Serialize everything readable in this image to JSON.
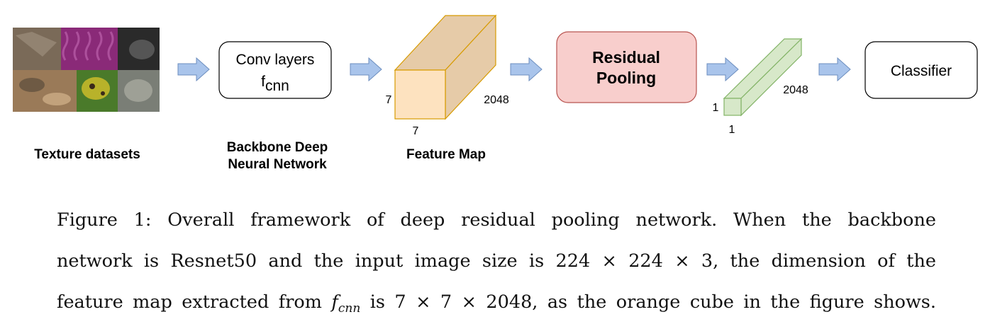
{
  "labels": {
    "texture_datasets": "Texture datasets",
    "conv_layers": "Conv layers",
    "f_main": "f",
    "f_sub": "cnn",
    "backbone_line1": "Backbone Deep",
    "backbone_line2": "Neural Network",
    "feature_map": "Feature Map",
    "residual_line1": "Residual",
    "residual_line2": "Pooling",
    "classifier": "Classifier"
  },
  "cube_orange": {
    "dim_height": "7",
    "dim_width": "7",
    "dim_depth": "2048"
  },
  "cube_green": {
    "dim_height": "1",
    "dim_width": "1",
    "dim_depth": "2048"
  },
  "colors": {
    "orange_front": "#fde2bf",
    "orange_top": "#e6cba8",
    "orange_side": "#e6cba8",
    "orange_stroke": "#d79b00",
    "green_face": "#d7e8c9",
    "green_stroke": "#82b366",
    "residual_fill": "#f8cecc",
    "residual_stroke": "#b85450",
    "arrow_fill": "#a9c4eb",
    "arrow_stroke": "#6c8ebf"
  },
  "caption": {
    "line1": "Figure 1: Overall framework of deep residual pooling network. When the backbone",
    "line2": "network is Resnet50 and the input image size is 224 × 224 × 3, the dimension of the",
    "line3_a": "feature map extracted from ",
    "line3_f": "f",
    "line3_sub": "cnn",
    "line3_b": " is 7 × 7 × 2048, as the orange cube in the figure shows."
  }
}
